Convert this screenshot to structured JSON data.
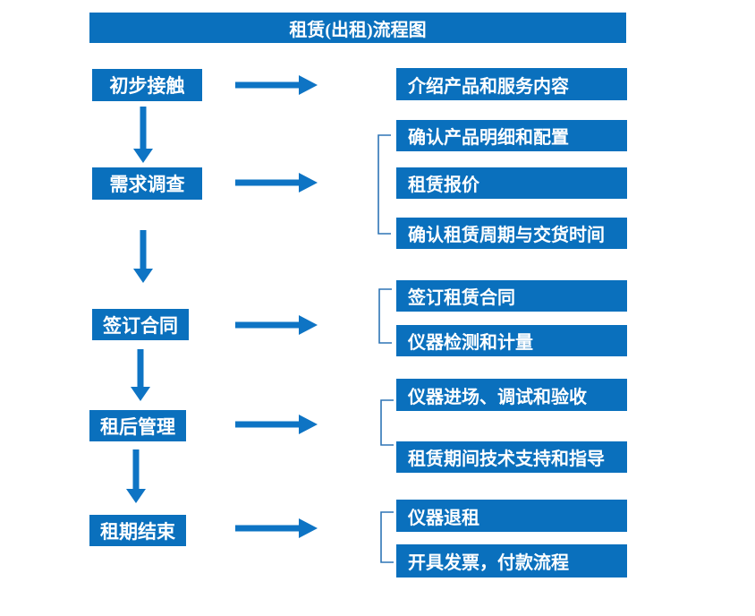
{
  "title": "租赁(出租)流程图",
  "colors": {
    "box_blue": "#0a70bd",
    "arrow_blue": "#0e74c4",
    "bracket_blue": "#2e75b6",
    "text_white": "#ffffff",
    "background": "#ffffff"
  },
  "steps": [
    {
      "label": "初步接触",
      "outputs": [
        "介绍产品和服务内容"
      ]
    },
    {
      "label": "需求调查",
      "outputs": [
        "确认产品明细和配置",
        "租赁报价",
        "确认租赁周期与交货时间"
      ]
    },
    {
      "label": "签订合同",
      "outputs": [
        "签订租赁合同",
        "仪器检测和计量"
      ]
    },
    {
      "label": "租后管理",
      "outputs": [
        "仪器进场、调试和验收",
        "租赁期间技术支持和指导"
      ]
    },
    {
      "label": "租期结束",
      "outputs": [
        "仪器退租",
        "开具发票，付款流程"
      ]
    }
  ]
}
